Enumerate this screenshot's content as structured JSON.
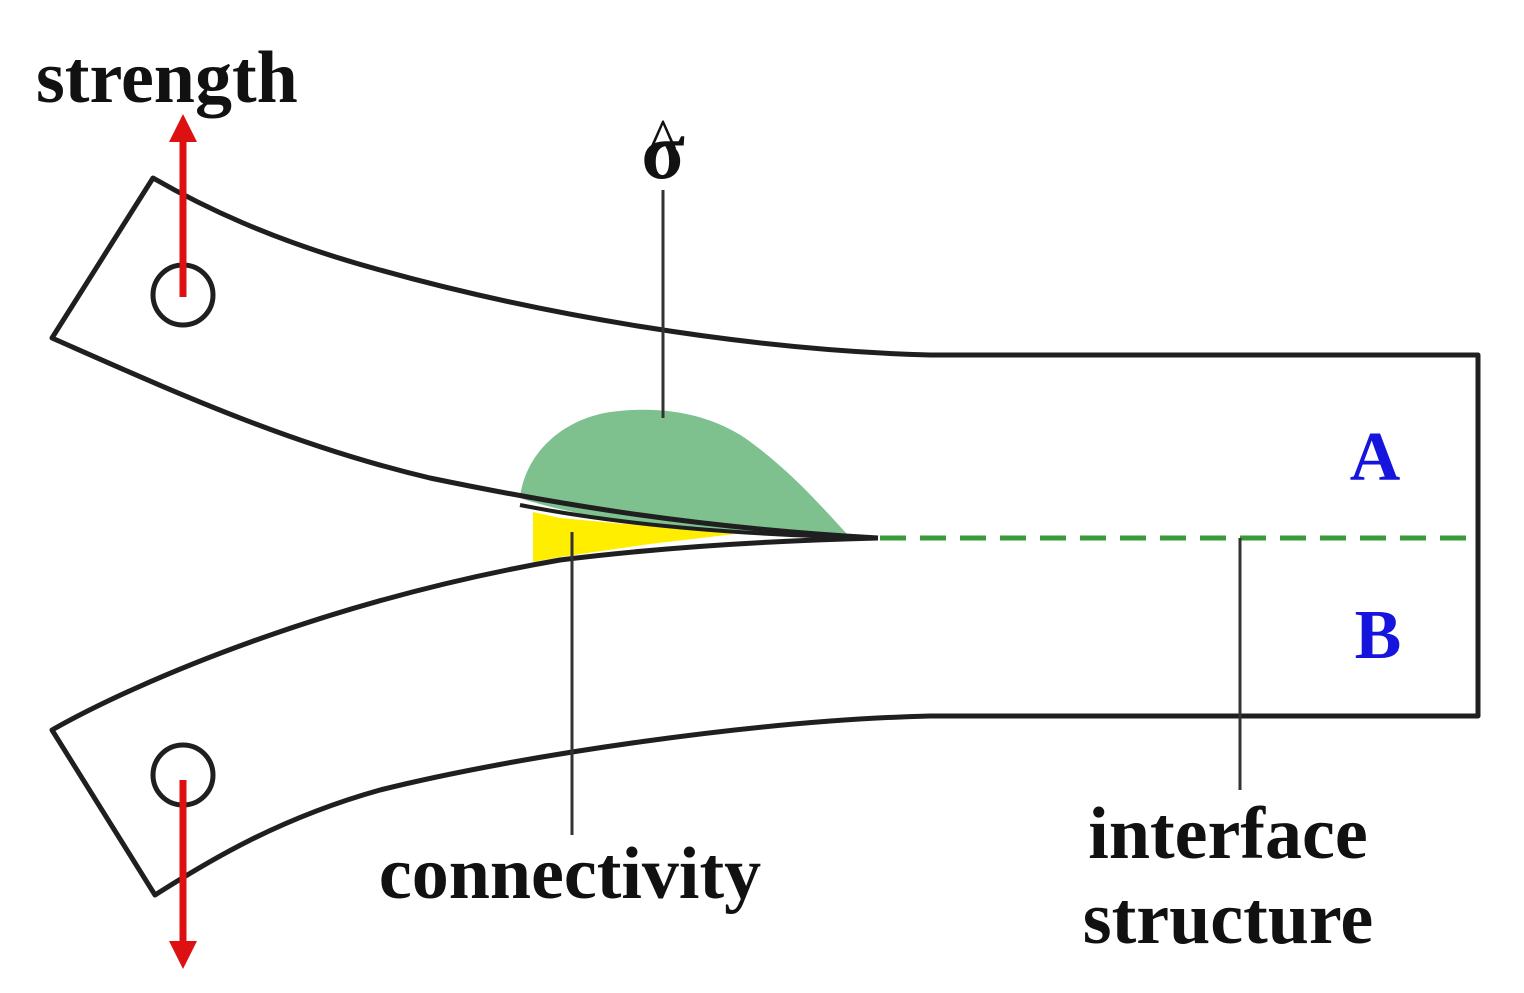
{
  "labels": {
    "strength": "strength",
    "sigma": "σ",
    "sigma_hat": "^",
    "layer_a": "A",
    "layer_b": "B",
    "connectivity": "connectivity",
    "interface_line1": "interface",
    "interface_line2": "structure"
  },
  "colors": {
    "outline": "#1f1f1f",
    "arrow": "#dd1111",
    "stress_zone": "#7fc08f",
    "connectivity_zone": "#ffee00",
    "interface_dash": "#3a9a3a",
    "layer_letters": "#1515dd",
    "leader_lines": "#333333"
  }
}
